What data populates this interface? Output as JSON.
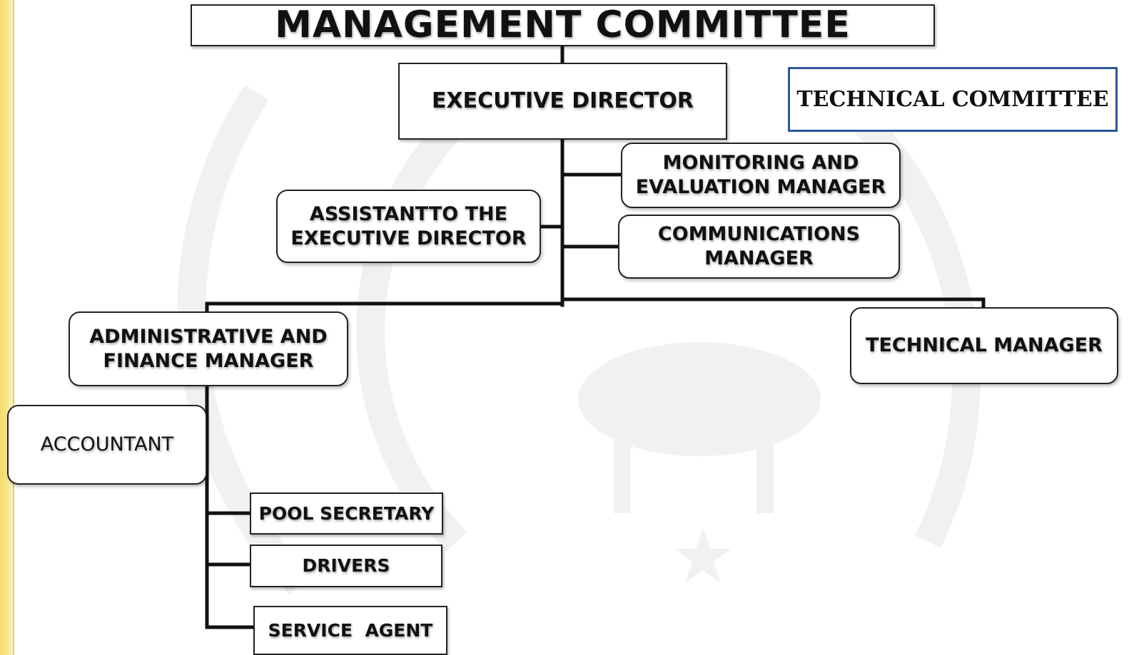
{
  "diagram": {
    "title": "MANAGEMENT COMMITTEE",
    "nodes": {
      "executive_director": "EXECUTIVE DIRECTOR",
      "technical_committee": "TECHNICAL COMMITTEE",
      "monitoring_line1": "MONITORING AND",
      "monitoring_line2": "EVALUATION MANAGER",
      "assistant_line1": "ASSISTANTTO THE",
      "assistant_line2": "EXECUTIVE DIRECTOR",
      "communications_line1": "COMMUNICATIONS",
      "communications_line2": "MANAGER",
      "admin_line1": "ADMINISTRATIVE AND",
      "admin_line2": "FINANCE MANAGER",
      "technical_manager": "TECHNICAL MANAGER",
      "accountant": "ACCOUNTANT",
      "pool_secretary": "POOL SECRETARY",
      "drivers": "DRIVERS",
      "service_agent": "SERVICE  AGENT"
    },
    "colors": {
      "line": "#111111",
      "technical_committee_border": "#2f5597",
      "side_bar": "#f3dc6a",
      "watermark": "#ececec"
    }
  }
}
